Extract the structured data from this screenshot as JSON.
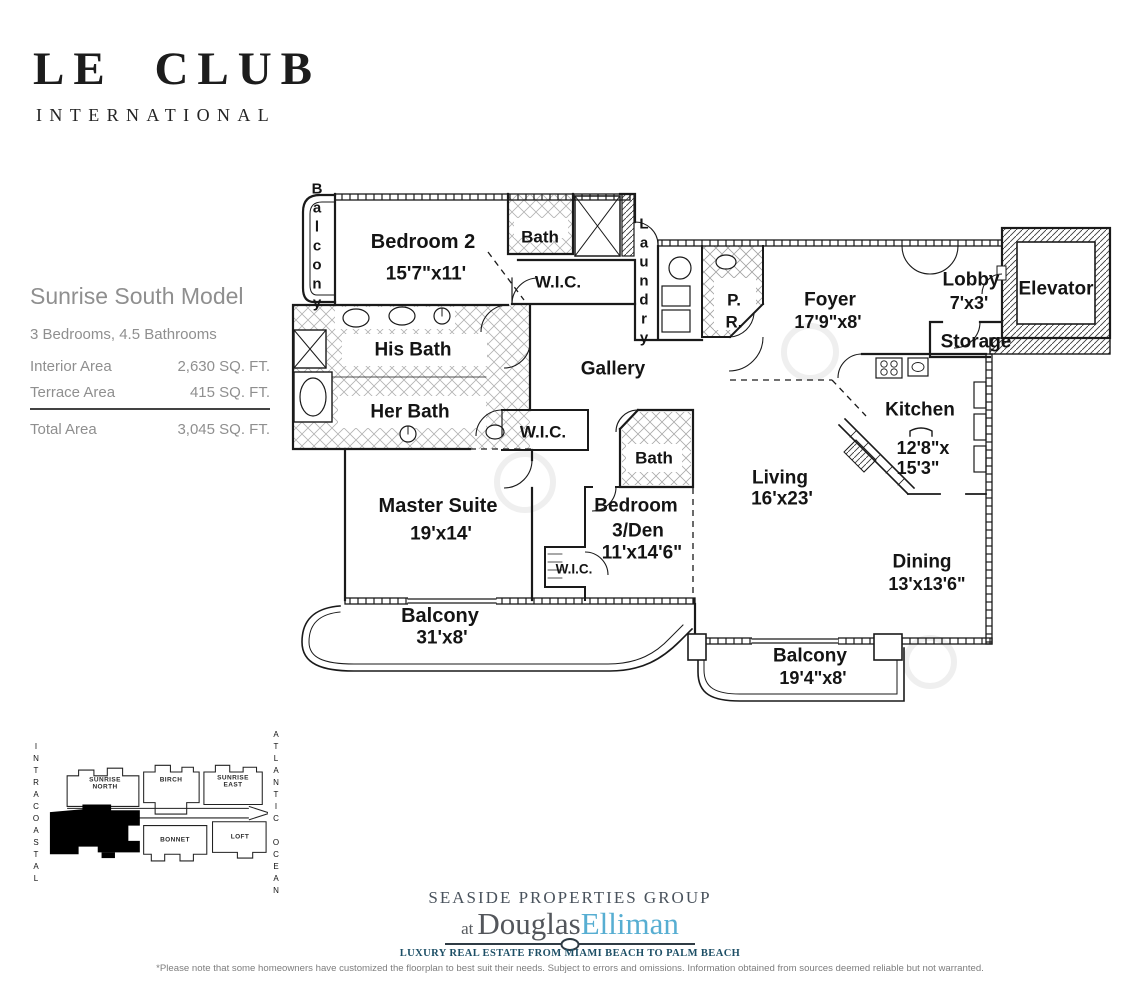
{
  "brand": {
    "line1": "LE CLUB",
    "line2": "INTERNATIONAL"
  },
  "model": {
    "title": "Sunrise South Model",
    "subtitle": "3 Bedrooms, 4.5 Bathrooms",
    "areas": [
      {
        "label": "Interior Area",
        "value": "2,630 SQ. FT."
      },
      {
        "label": "Terrace Area",
        "value": "415 SQ. FT."
      }
    ],
    "total": {
      "label": "Total Area",
      "value": "3,045 SQ. FT."
    }
  },
  "floorplan": {
    "rooms": {
      "balcony_left": "Balcony",
      "bedroom2": {
        "name": "Bedroom 2",
        "dims": "15'7\"x11'"
      },
      "bath_top": "Bath",
      "wic_top": "W.I.C.",
      "laundry": "Laundry",
      "pr": {
        "line1": "P.",
        "line2": "R."
      },
      "foyer": {
        "name": "Foyer",
        "dims": "17'9\"x8'"
      },
      "lobby": {
        "name": "Lobby",
        "dims": "7'x3'"
      },
      "elevator": "Elevator",
      "storage": "Storage",
      "his_bath": "His Bath",
      "her_bath": "Her Bath",
      "gallery": "Gallery",
      "wic_mid": "W.I.C.",
      "bath_mid": "Bath",
      "kitchen": {
        "name": "Kitchen",
        "dims1": "12'8\"x",
        "dims2": "15'3\""
      },
      "master": {
        "name": "Master Suite",
        "dims": "19'x14'"
      },
      "bedroom3": {
        "line1": "Bedroom",
        "line2": "3/Den",
        "dims": "11'x14'6\""
      },
      "living": {
        "name": "Living",
        "dims": "16'x23'"
      },
      "dining": {
        "name": "Dining",
        "dims": "13'x13'6\""
      },
      "wic_small": "W.I.C.",
      "balcony_bottom": {
        "name": "Balcony",
        "dims": "31'x8'"
      },
      "balcony_right": {
        "name": "Balcony",
        "dims": "19'4\"x8'"
      }
    }
  },
  "sitemap": {
    "left_label": "INTRACOASTAL",
    "right_label": "ATLANTIC OCEAN",
    "buildings": [
      {
        "name": "SUNRISE NORTH"
      },
      {
        "name": "BIRCH"
      },
      {
        "name": "SUNRISE EAST"
      },
      {
        "name": "BONNET"
      },
      {
        "name": "LOFT"
      }
    ]
  },
  "footer": {
    "group": "SEASIDE PROPERTIES GROUP",
    "at": "at",
    "brand_dark": "Douglas",
    "brand_blue": "Elliman",
    "tagline": "LUXURY REAL ESTATE FROM MIAMI BEACH TO PALM BEACH",
    "disclaimer": "*Please note that some homeowners have customized the floorplan to best suit their needs. Subject to errors and omissions. Information obtained from sources deemed reliable but not warranted."
  },
  "colors": {
    "elliman_blue": "#57aed2",
    "footer_slate": "#49525c",
    "tagline_teal": "#1d4f66",
    "info_gray": "#8f8f8f",
    "line_black": "#1a1a1a"
  }
}
